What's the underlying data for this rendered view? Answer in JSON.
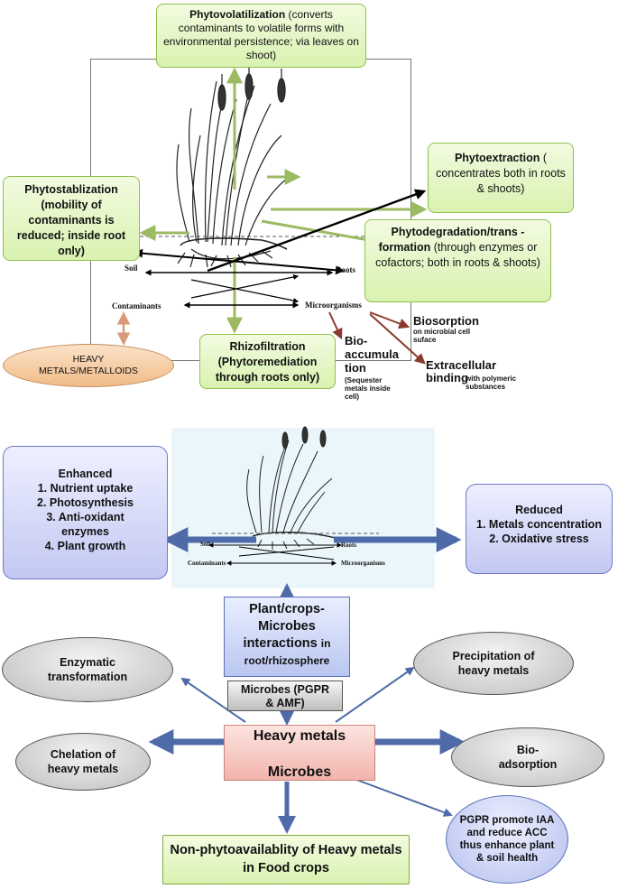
{
  "top": {
    "phytovolatilization": {
      "title": "Phytovolatilization",
      "text": "(converts contaminants to volatile forms with environmental persistence; via leaves on shoot)"
    },
    "phytoextraction": {
      "title": "Phytoextraction",
      "text": "( concentrates both in roots & shoots)"
    },
    "phytostabilization": {
      "title": "Phytostablization",
      "text": "(mobility of contaminants is reduced; inside root only)"
    },
    "phytodegradation": {
      "title": "Phytodegradation/trans -formation",
      "text": "(through enzymes or cofactors; both in roots & shoots)"
    },
    "rhizofiltration": {
      "title": "Rhizofiltration",
      "text": "(Phytoremediation through roots only)"
    },
    "heavy_metals": "HEAVY METALS/METALLOIDS",
    "soil": "Soil",
    "roots": "Roots",
    "contaminants": "Contaminants",
    "microorganisms": "Microorganisms",
    "bioaccumulation": {
      "title": "Bio-accumula tion",
      "text": "(Sequester metals inside cell)"
    },
    "biosorption": {
      "title": "Biosorption",
      "text": "on microbial cell suface"
    },
    "extracellular": {
      "title": "Extracellular binding",
      "text": "with polymeric substances"
    }
  },
  "middle": {
    "enhanced": {
      "title": "Enhanced",
      "items": [
        "1. Nutrient uptake",
        "2. Photosynthesis",
        "3. Anti-oxidant enzymes",
        "4. Plant growth"
      ]
    },
    "reduced": {
      "title": "Reduced",
      "items": [
        "1. Metals concentration",
        "2. Oxidative stress"
      ]
    },
    "soil": "Soil",
    "roots": "Roots",
    "contaminants": "Contaminants",
    "microorganisms": "Microorganisms"
  },
  "bottom": {
    "interactions_title": "Plant/crops-Microbes interactions",
    "interactions_suffix": "in root/rhizosphere",
    "microbes_box": "Microbes (PGPR & AMF)",
    "heavy_metals": "Heavy metals",
    "microbes": "Microbes",
    "enzymatic": "Enzymatic transformation",
    "precipitation": "Precipitation of heavy metals",
    "chelation": "Chelation of heavy metals",
    "bioadsorption": "Bio-adsorption",
    "pgpr": "PGPR promote IAA and reduce ACC thus enhance plant & soil health",
    "non_phyto": "Non-phytoavailablity of Heavy metals in Food crops"
  }
}
